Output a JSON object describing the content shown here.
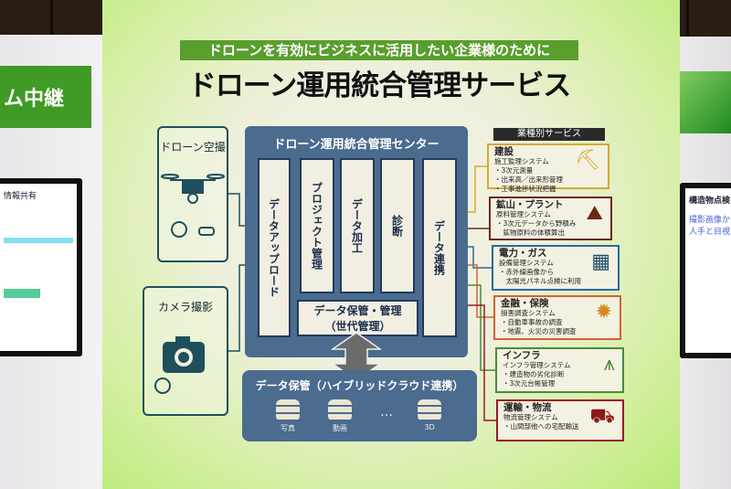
{
  "background": {
    "left_sign": "ム中継",
    "left_monitor_text": "情報共有",
    "right_monitor_lines": [
      "構造物点検",
      "撮影画像か",
      "人手と目視"
    ]
  },
  "banner": "ドローンを有効にビジネスに活用したい企業様のために",
  "title": "ドローン運用統合管理サービス",
  "sources": [
    {
      "label": "ドローン空撮",
      "icon": "drone-icon"
    },
    {
      "label": "カメラ撮影",
      "icon": "camera-icon"
    }
  ],
  "center": {
    "title": "ドローン運用統合管理センター",
    "columns": [
      "データアップロード",
      "プロジェクト管理",
      "データ加工",
      "診断",
      "データ連携"
    ],
    "storage_box": [
      "データ保管・管理",
      "（世代管理）"
    ]
  },
  "storage": {
    "title": "データ保管（ハイブリッドクラウド連携）",
    "items": [
      {
        "label": "写真",
        "icon": "photo-icon"
      },
      {
        "label": "動画",
        "icon": "film-icon"
      },
      {
        "label": "…",
        "icon": ""
      },
      {
        "label": "3D",
        "icon": "cube-icon"
      }
    ]
  },
  "services": {
    "header": "業種別サービス",
    "items": [
      {
        "name": "建設",
        "color": "#d8a830",
        "lines": [
          "施工監理システム",
          "・3次元測量",
          "・出来高／出来形管理",
          "・工事進捗状況把握"
        ],
        "icon": "excavator-icon"
      },
      {
        "name": "鉱山・プラント",
        "color": "#6a2a15",
        "lines": [
          "原料管理システム",
          "・3次元データから野積み",
          "　鉱物原料の体積算出"
        ],
        "icon": "mine-cart-icon"
      },
      {
        "name": "電力・ガス",
        "color": "#2a6a9a",
        "lines": [
          "設備管理システム",
          "・赤外線画像から",
          "　太陽光パネル点検に利用"
        ],
        "icon": "solar-panel-icon"
      },
      {
        "name": "金融・保険",
        "color": "#d86030",
        "lines": [
          "損害調査システム",
          "・自動車事故の調査",
          "・地震、火災の災害調査"
        ],
        "icon": "car-accident-icon"
      },
      {
        "name": "インフラ",
        "color": "#4a8a3a",
        "lines": [
          "インフラ管理システム",
          "・建造物の劣化診断",
          "・3次元台帳管理"
        ],
        "icon": "bridge-icon"
      },
      {
        "name": "運輸・物流",
        "color": "#9a1a20",
        "lines": [
          "物流管理システム",
          "・山間部他への宅配輸送"
        ],
        "icon": "truck-icon"
      }
    ]
  }
}
